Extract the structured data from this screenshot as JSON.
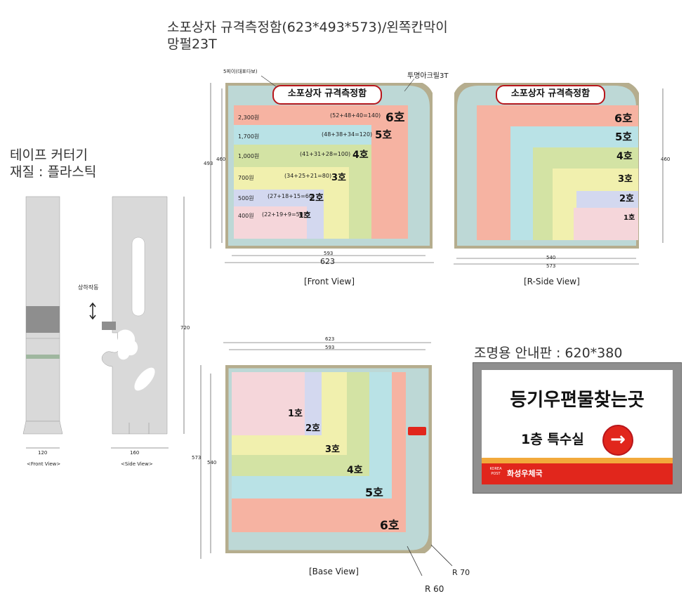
{
  "main_title_line1": "소포상자 규격측정함(623*493*573)/왼쪽칸막이",
  "main_title_line2": "망펄23T",
  "tape_title_line1": "테이프 커터기",
  "tape_title_line2": "재질 : 플라스틱",
  "tape": {
    "front_dim": "120",
    "side_dim": "160",
    "height_dim": "720",
    "front_caption": "<Front View>",
    "side_caption": "<Side View>",
    "move_label": "상하작동"
  },
  "front_view": {
    "caption": "[Front View]",
    "banner": "소포상자 규격측정함",
    "note_left": "5피이(대포다보)",
    "note_right": "투명아크릴3T",
    "height_outer": "493",
    "height_inner": "460",
    "width_inner": "593",
    "width_outer": "623",
    "rows": [
      {
        "price": "2,300원",
        "formula": "(52+48+40=140)",
        "size": "6호",
        "color": "#f6b3a2"
      },
      {
        "price": "1,700원",
        "formula": "(48+38+34=120)",
        "size": "5호",
        "color": "#b9e2e6"
      },
      {
        "price": "1,000원",
        "formula": "(41+31+28=100)",
        "size": "4호",
        "color": "#d3e3a4"
      },
      {
        "price": "700원",
        "formula": "(34+25+21=80)",
        "size": "3호",
        "color": "#f1f0ae"
      },
      {
        "price": "500원",
        "formula": "(27+18+15=60)",
        "size": "2호",
        "color": "#d3d8ef"
      },
      {
        "price": "400원",
        "formula": "(22+19+9=50)",
        "size": "1호",
        "color": "#f5d6da"
      }
    ]
  },
  "side_view": {
    "caption": "[R-Side View]",
    "banner": "소포상자 규격측정함",
    "height_inner": "460",
    "width_inner": "540",
    "width_outer": "573",
    "sizes": [
      "6호",
      "5호",
      "4호",
      "3호",
      "2호",
      "1호"
    ]
  },
  "base_view": {
    "caption": "[Base View]",
    "width_outer": "623",
    "width_inner": "593",
    "depth_outer": "573",
    "depth_inner": "540",
    "sizes": [
      "1호",
      "2호",
      "3호",
      "4호",
      "5호",
      "6호"
    ],
    "r70": "R 70",
    "r60": "R 60"
  },
  "sign": {
    "title": "조명용 안내판 : 620*380",
    "line1": "등기우편물찾는곳",
    "line2": "1층 특수실",
    "footer": "화성우체국",
    "logo_text": "KOREA POST",
    "arrow": "→",
    "red": "#e1261c"
  }
}
